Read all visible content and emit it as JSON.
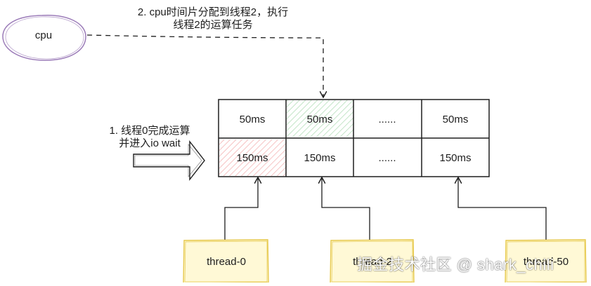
{
  "cpu": {
    "label": "cpu"
  },
  "notes": {
    "cpu_assign_line1": "2. cpu时间片分配到线程2，执行",
    "cpu_assign_line2": "线程2的运算任务",
    "thread0_line1": "1. 线程0完成运算",
    "thread0_line2": "并进入io wait"
  },
  "grid": {
    "top_row": [
      "50ms",
      "50ms",
      "......",
      "50ms"
    ],
    "bottom_row": [
      "150ms",
      "150ms",
      "......",
      "150ms"
    ]
  },
  "threads": {
    "thread0": "thread-0",
    "thread2": "thread-2",
    "thread50": "thread-50"
  },
  "watermark": "掘金技术社区 @ shark_chili",
  "colors": {
    "stroke": "#1e1e1e",
    "cpu_stroke": "#9b7bb8",
    "thread_fill": "#fff9d6",
    "thread_stroke": "#e6c84a",
    "green_hatch": "#9fd4a5",
    "red_hatch": "#f2a3a3"
  }
}
